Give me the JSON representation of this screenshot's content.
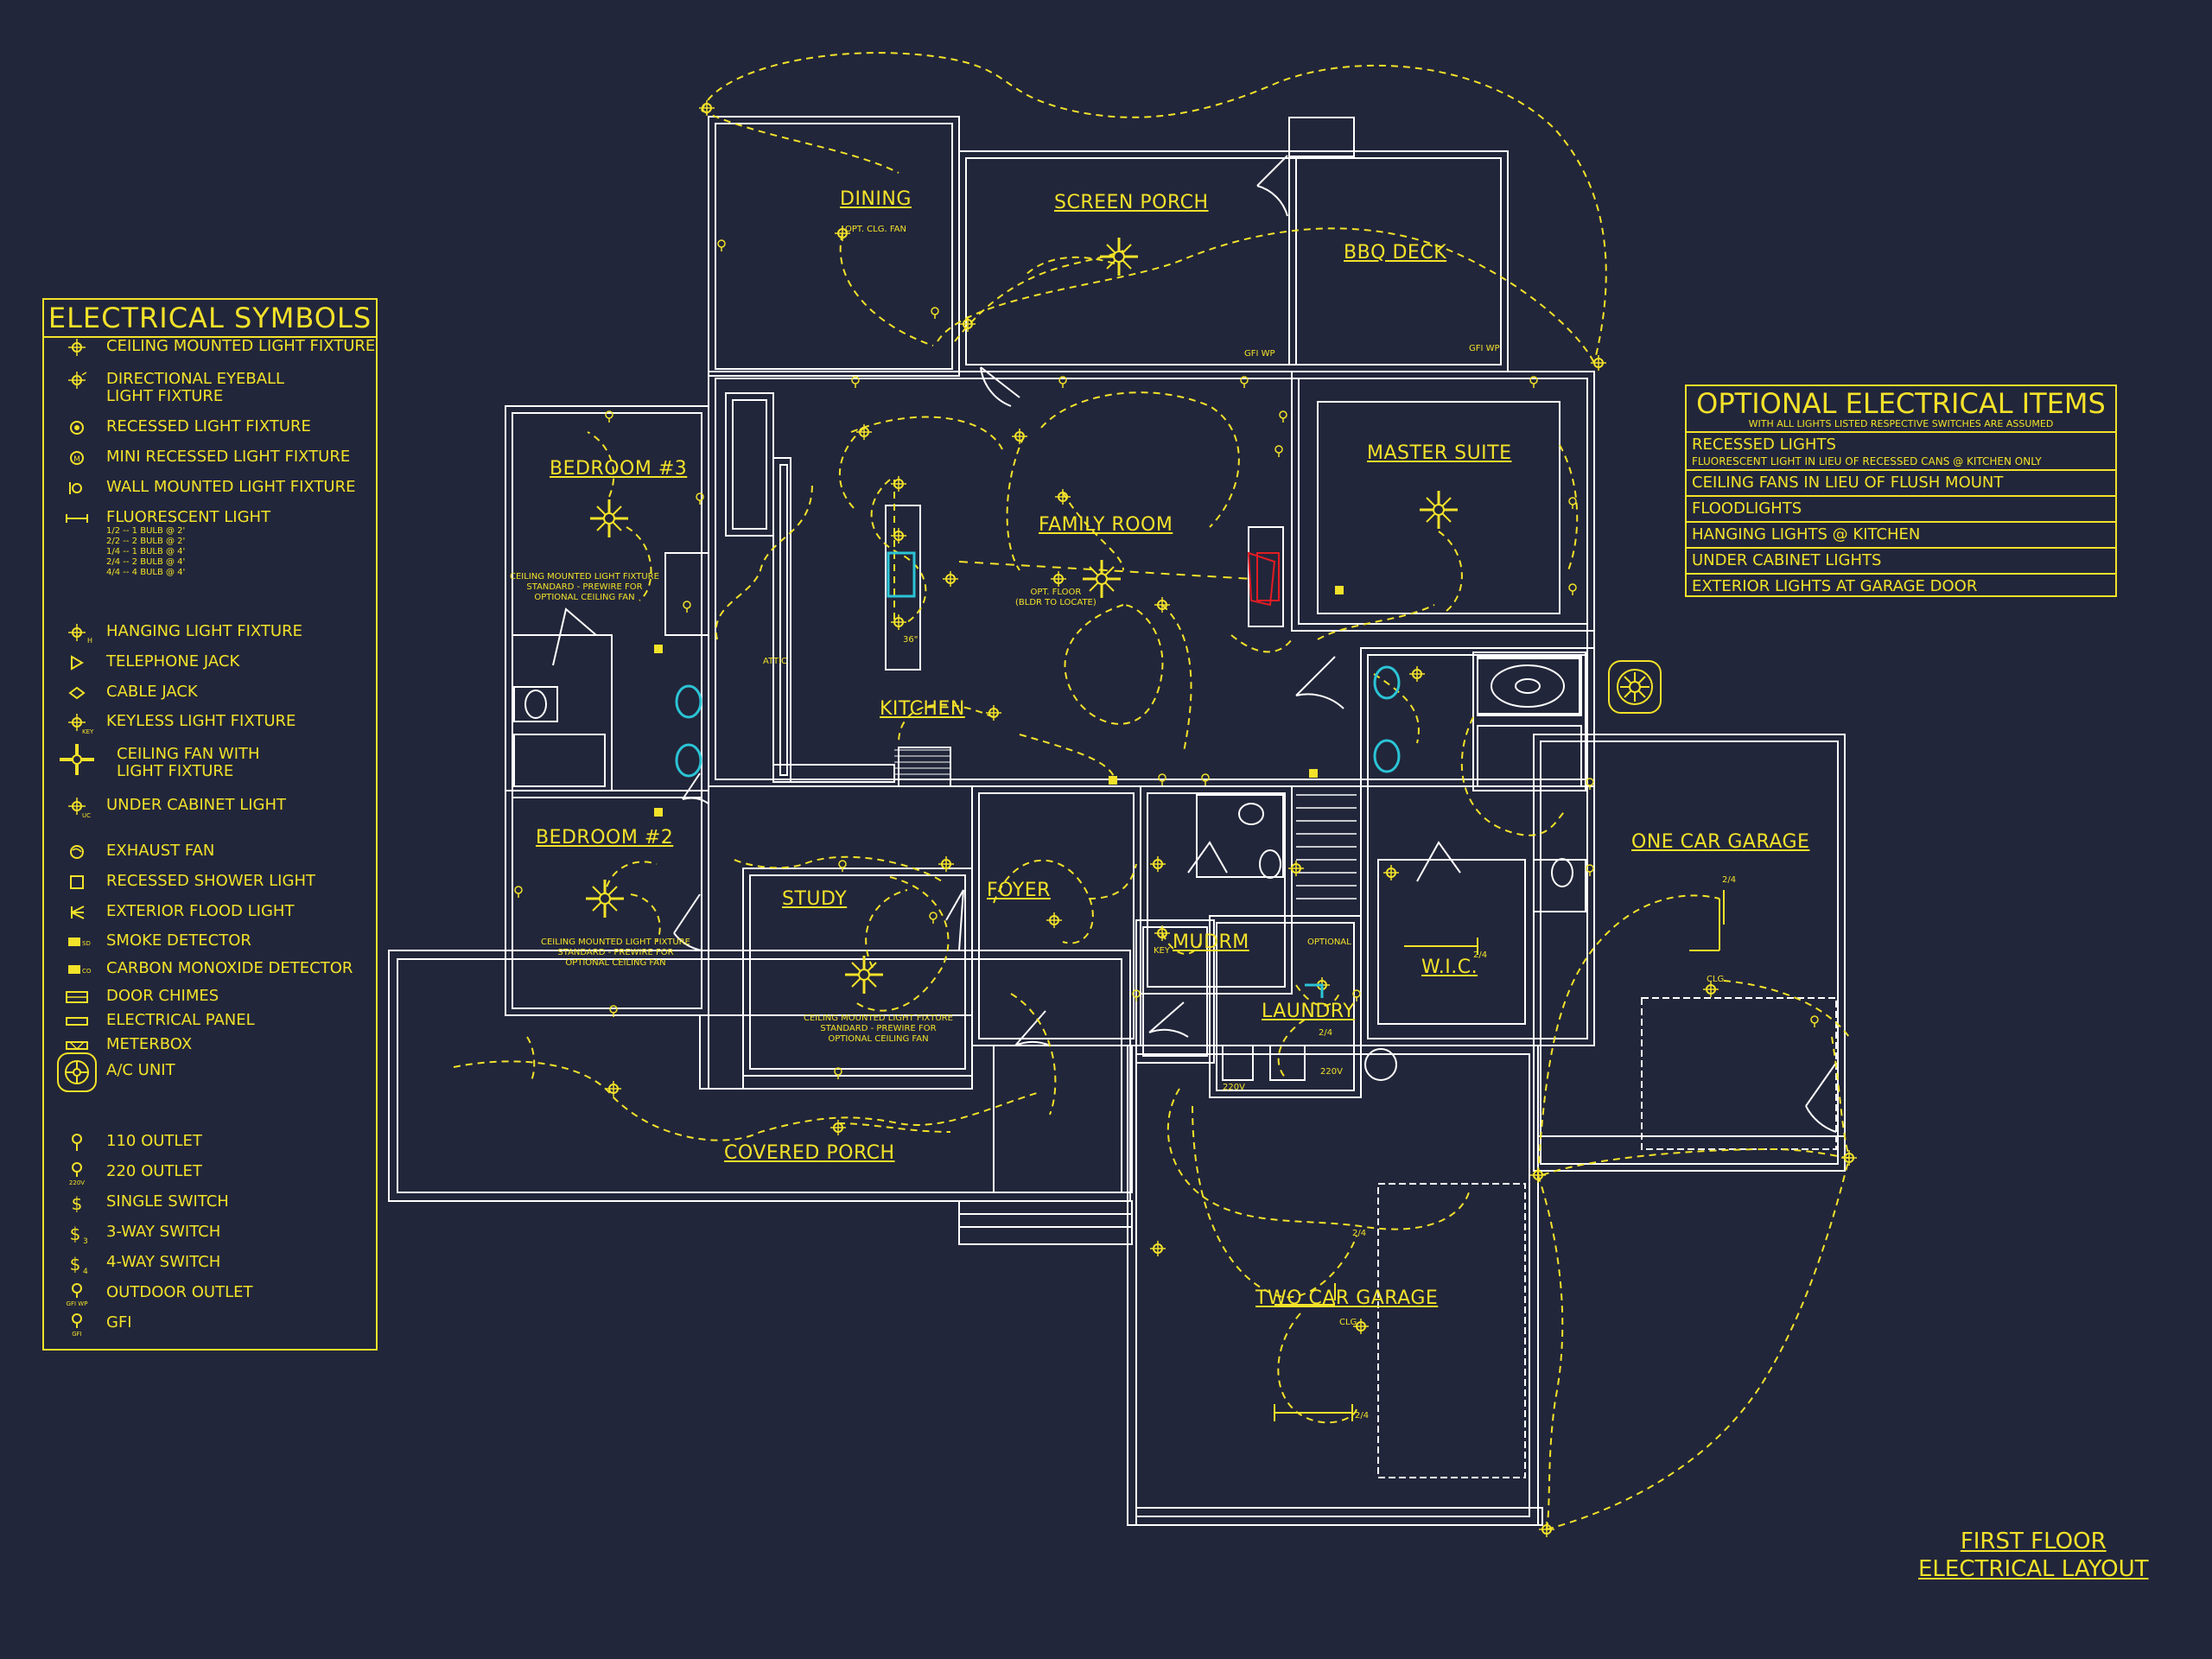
{
  "legend": {
    "title": "ELECTRICAL SYMBOLS",
    "items": [
      {
        "label": "CEILING MOUNTED LIGHT FIXTURE",
        "icon": "ceiling-light-icon"
      },
      {
        "label": "DIRECTIONAL EYEBALL",
        "label2": "LIGHT FIXTURE",
        "icon": "eyeball-light-icon"
      },
      {
        "label": "RECESSED LIGHT FIXTURE",
        "icon": "recessed-light-icon"
      },
      {
        "label": "MINI RECESSED LIGHT FIXTURE",
        "icon": "mini-recessed-light-icon"
      },
      {
        "label": "WALL MOUNTED LIGHT FIXTURE",
        "icon": "wall-light-icon"
      },
      {
        "label": "FLUORESCENT LIGHT",
        "icon": "fluorescent-light-icon",
        "sub": [
          "1/2 -- 1 BULB @ 2'",
          "2/2 -- 2 BULB @ 2'",
          "1/4 -- 1 BULB @ 4'",
          "2/4 -- 2 BULB @ 4'",
          "4/4 -- 4 BULB @ 4'"
        ]
      },
      {
        "label": "HANGING LIGHT FIXTURE",
        "icon": "hanging-light-icon"
      },
      {
        "label": "TELEPHONE JACK",
        "icon": "telephone-jack-icon"
      },
      {
        "label": "CABLE JACK",
        "icon": "cable-jack-icon"
      },
      {
        "label": "KEYLESS LIGHT FIXTURE",
        "icon": "keyless-light-icon",
        "tag": "KEY"
      },
      {
        "label": "CEILING FAN WITH",
        "label2": "LIGHT FIXTURE",
        "icon": "ceiling-fan-icon"
      },
      {
        "label": "UNDER CABINET LIGHT",
        "icon": "under-cabinet-light-icon",
        "tag": "UC"
      },
      {
        "label": "EXHAUST FAN",
        "icon": "exhaust-fan-icon"
      },
      {
        "label": "RECESSED SHOWER LIGHT",
        "icon": "shower-light-icon"
      },
      {
        "label": "EXTERIOR FLOOD LIGHT",
        "icon": "flood-light-icon"
      },
      {
        "label": "SMOKE DETECTOR",
        "icon": "smoke-detector-icon",
        "tag": "SD"
      },
      {
        "label": "CARBON MONOXIDE DETECTOR",
        "icon": "co-detector-icon",
        "tag": "CO"
      },
      {
        "label": "DOOR CHIMES",
        "icon": "door-chime-icon"
      },
      {
        "label": "ELECTRICAL PANEL",
        "icon": "electrical-panel-icon"
      },
      {
        "label": "METERBOX",
        "icon": "meterbox-icon"
      },
      {
        "label": "A/C UNIT",
        "icon": "ac-unit-icon"
      },
      {
        "label": "110 OUTLET",
        "icon": "outlet-110-icon"
      },
      {
        "label": "220 OUTLET",
        "icon": "outlet-220-icon",
        "tag": "220V"
      },
      {
        "label": "SINGLE SWITCH",
        "icon": "single-switch-icon"
      },
      {
        "label": "3-WAY SWITCH",
        "icon": "three-way-switch-icon",
        "tag": "3"
      },
      {
        "label": "4-WAY SWITCH",
        "icon": "four-way-switch-icon",
        "tag": "4"
      },
      {
        "label": "OUTDOOR OUTLET",
        "icon": "outdoor-outlet-icon",
        "tag": "GFI WP"
      },
      {
        "label": "GFI",
        "icon": "gfi-outlet-icon",
        "tag": "GFI"
      }
    ]
  },
  "optional": {
    "title": "OPTIONAL ELECTRICAL ITEMS",
    "subtitle": "WITH ALL LIGHTS LISTED RESPECTIVE SWITCHES ARE ASSUMED",
    "items": [
      {
        "label": "RECESSED LIGHTS",
        "sub": "FLUORESCENT LIGHT IN LIEU OF RECESSED CANS @ KITCHEN ONLY"
      },
      {
        "label": "CEILING FANS IN LIEU OF FLUSH MOUNT"
      },
      {
        "label": "FLOODLIGHTS"
      },
      {
        "label": "HANGING LIGHTS @ KITCHEN"
      },
      {
        "label": "UNDER CABINET LIGHTS"
      },
      {
        "label": "EXTERIOR LIGHTS AT GARAGE DOOR"
      }
    ]
  },
  "rooms": {
    "dining": "DINING",
    "screen_porch": "SCREEN PORCH",
    "bbq_deck": "BBQ DECK",
    "bedroom3": "BEDROOM #3",
    "family_room": "FAMILY ROOM",
    "master_suite": "MASTER SUITE",
    "kitchen": "KITCHEN",
    "bedroom2": "BEDROOM #2",
    "study": "STUDY",
    "foyer": "FOYER",
    "mudrm": "MUDRM",
    "laundry": "LAUNDRY",
    "wic": "W.I.C.",
    "one_car_garage": "ONE CAR GARAGE",
    "covered_porch": "COVERED PORCH",
    "two_car_garage": "TWO CAR GARAGE"
  },
  "notes": {
    "dining_fan": "OPT. CLG. FAN",
    "family_floor": "OPT. FLOOR",
    "family_floor2": "(BLDR TO LOCATE)",
    "fan_note_a": "CEILING MOUNTED LIGHT FIXTURE",
    "fan_note_b": "STANDARD - PREWIRE FOR",
    "fan_note_c": "OPTIONAL CEILING FAN",
    "attic": "ATTIC",
    "optional_tag": "OPTIONAL",
    "clg_1": "CLG",
    "clg_2": "CLG",
    "v220_1": "220V",
    "v220_2": "220V",
    "gfi_wp_1": "GFI WP",
    "gfi_wp_2": "GFI WP",
    "key_1": "KEY",
    "fl_1": "2/4",
    "fl_2": "2/4",
    "fl_3": "2/4",
    "fl_4": "2/4",
    "fl_5": "2/4",
    "dim_36": "36\""
  },
  "sheet": {
    "line1": "FIRST FLOOR",
    "line2": "ELECTRICAL LAYOUT"
  },
  "colors": {
    "background": "#22263a",
    "walls": "#ffffff",
    "electrical": "#f3e22a",
    "fixture_accent": "#2bc4d6",
    "panel_accent": "#e21c24"
  }
}
